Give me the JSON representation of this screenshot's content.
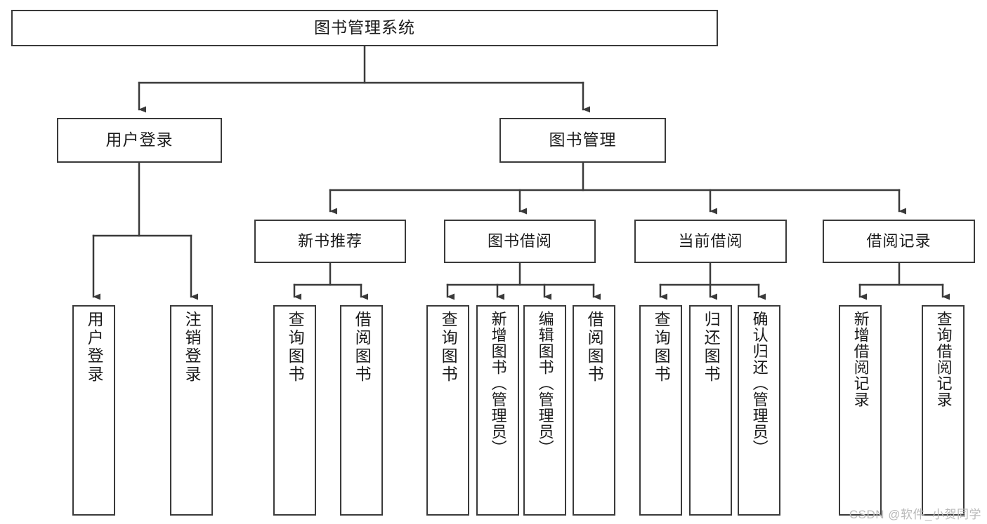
{
  "diagram": {
    "type": "tree-hierarchy",
    "title_node": {
      "label": "图书管理系统"
    },
    "level2": [
      {
        "id": "user-login",
        "label": "用户登录"
      },
      {
        "id": "book-management",
        "label": "图书管理"
      }
    ],
    "level3": [
      {
        "id": "new-book-recommend",
        "label": "新书推荐"
      },
      {
        "id": "book-borrow",
        "label": "图书借阅"
      },
      {
        "id": "current-borrow",
        "label": "当前借阅"
      },
      {
        "id": "borrow-record",
        "label": "借阅记录"
      }
    ],
    "leaves": {
      "user_login": [
        {
          "id": "leaf-user-login",
          "label": "用户登录"
        },
        {
          "id": "leaf-logout-login",
          "label": "注销登录"
        }
      ],
      "new_book_recommend": [
        {
          "id": "leaf-query-book-1",
          "label": "查询图书"
        },
        {
          "id": "leaf-borrow-book-1",
          "label": "借阅图书"
        }
      ],
      "book_borrow": [
        {
          "id": "leaf-query-book-2",
          "label": "查询图书"
        },
        {
          "id": "leaf-add-book",
          "label": "新增图书（管理员）"
        },
        {
          "id": "leaf-edit-book",
          "label": "编辑图书（管理员）"
        },
        {
          "id": "leaf-borrow-book-2",
          "label": "借阅图书"
        }
      ],
      "current_borrow": [
        {
          "id": "leaf-query-book-3",
          "label": "查询图书"
        },
        {
          "id": "leaf-return-book",
          "label": "归还图书"
        },
        {
          "id": "leaf-confirm-return",
          "label": "确认归还（管理员）"
        }
      ],
      "borrow_record": [
        {
          "id": "leaf-add-record",
          "label": "新增借阅记录"
        },
        {
          "id": "leaf-query-record",
          "label": "查询借阅记录"
        }
      ]
    },
    "colors": {
      "stroke": "#3a3a3a",
      "text": "#1a1a1a",
      "background": "#ffffff",
      "watermark": "#b9b9b9"
    }
  },
  "watermark": {
    "text": "CSDN @软件_小贺同学"
  }
}
